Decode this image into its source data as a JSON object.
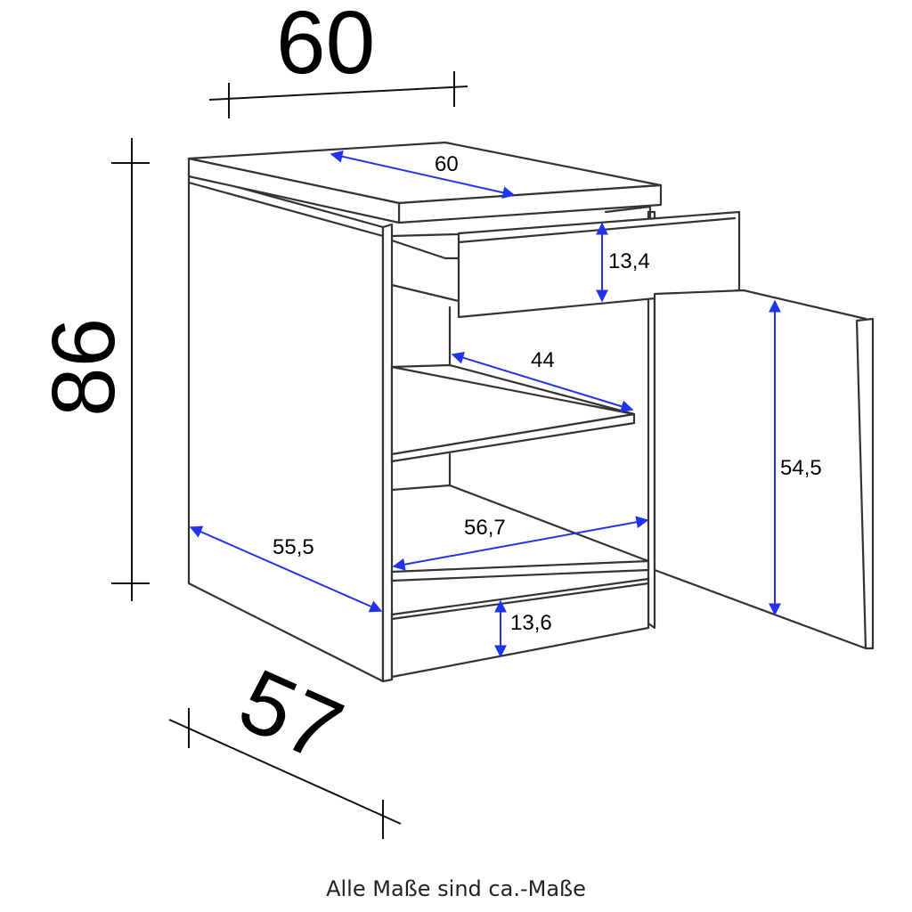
{
  "dimensions": {
    "overall_width": "60",
    "overall_height": "86",
    "overall_depth": "57",
    "worktop_width": "60",
    "drawer_height": "13,4",
    "shelf_depth": "44",
    "door_height": "54,5",
    "side_depth": "55,5",
    "inner_width": "56,7",
    "plinth_height": "13,6"
  },
  "caption": "Alle Maße sind ca.-Maße",
  "colors": {
    "outline": "#333333",
    "dimension_lines": "#111111",
    "inner_arrows": "#2233ee"
  }
}
